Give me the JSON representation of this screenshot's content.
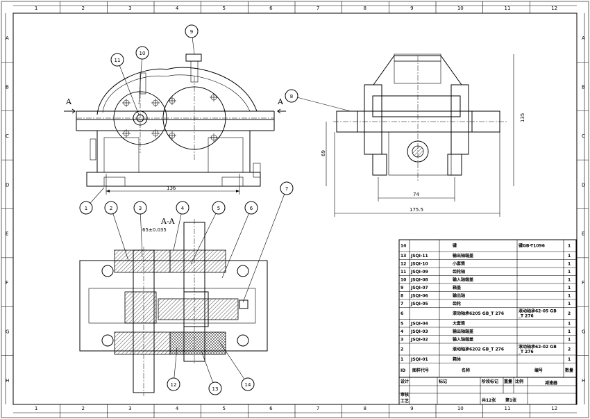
{
  "frame": {
    "columns": [
      "1",
      "2",
      "3",
      "4",
      "5",
      "6",
      "7",
      "8",
      "9",
      "10",
      "11",
      "12"
    ],
    "rows": [
      "A",
      "B",
      "C",
      "D",
      "E",
      "F",
      "G",
      "H"
    ]
  },
  "views": {
    "section_label": "A-A",
    "section_marker": "A",
    "tolerance": "65±0.035"
  },
  "dimensions": {
    "d136": "136",
    "d135": "135",
    "d69": "69",
    "d74": "74",
    "d175": "175.5"
  },
  "balloons": [
    "1",
    "2",
    "3",
    "4",
    "5",
    "6",
    "7",
    "8",
    "9",
    "10",
    "11",
    "12",
    "13",
    "14"
  ],
  "bom": {
    "rows": [
      {
        "no": "14",
        "code": "",
        "name": "键",
        "material": "键GB-T1096",
        "qty": "1"
      },
      {
        "no": "13",
        "code": "JSQI-11",
        "name": "输出轴端盖",
        "material": "",
        "qty": "1"
      },
      {
        "no": "12",
        "code": "JSQI-10",
        "name": "小套筒",
        "material": "",
        "qty": "1"
      },
      {
        "no": "11",
        "code": "JSQI-09",
        "name": "齿轮轴",
        "material": "",
        "qty": "1"
      },
      {
        "no": "10",
        "code": "JSQI-08",
        "name": "输入轴端盖",
        "material": "",
        "qty": "1"
      },
      {
        "no": "9",
        "code": "JSQI-07",
        "name": "箱盖",
        "material": "",
        "qty": "1"
      },
      {
        "no": "8",
        "code": "JSQI-06",
        "name": "输出轴",
        "material": "",
        "qty": "1"
      },
      {
        "no": "7",
        "code": "JSQI-05",
        "name": "齿轮",
        "material": "",
        "qty": "1"
      },
      {
        "no": "6",
        "code": "",
        "name": "滚动轴承6205 GB_T 276",
        "material": "滚动轴承62-05 GB_T 276",
        "qty": "2"
      },
      {
        "no": "5",
        "code": "JSQI-04",
        "name": "大套筒",
        "material": "",
        "qty": "1"
      },
      {
        "no": "4",
        "code": "JSQI-03",
        "name": "输出轴端盖",
        "material": "",
        "qty": "1"
      },
      {
        "no": "3",
        "code": "JSQI-02",
        "name": "输入轴端盖",
        "material": "",
        "qty": "1"
      },
      {
        "no": "2",
        "code": "",
        "name": "滚动轴承6202 GB_T 276",
        "material": "滚动轴承62-02 GB_T 276",
        "qty": "2"
      },
      {
        "no": "1",
        "code": "JSQI-01",
        "name": "箱体",
        "material": "",
        "qty": "1"
      }
    ],
    "header": {
      "no": "ID",
      "code": "图样代号",
      "name": "名称",
      "material": "编号",
      "qty": "数量"
    }
  },
  "title_block": {
    "design": "设计",
    "mark": "标记",
    "stage_mark": "阶段标记",
    "weight": "重量",
    "scale": "比例",
    "name": "减速器",
    "review": "审核",
    "process": "工艺",
    "sheets": "共12张",
    "sheet": "第1张"
  }
}
